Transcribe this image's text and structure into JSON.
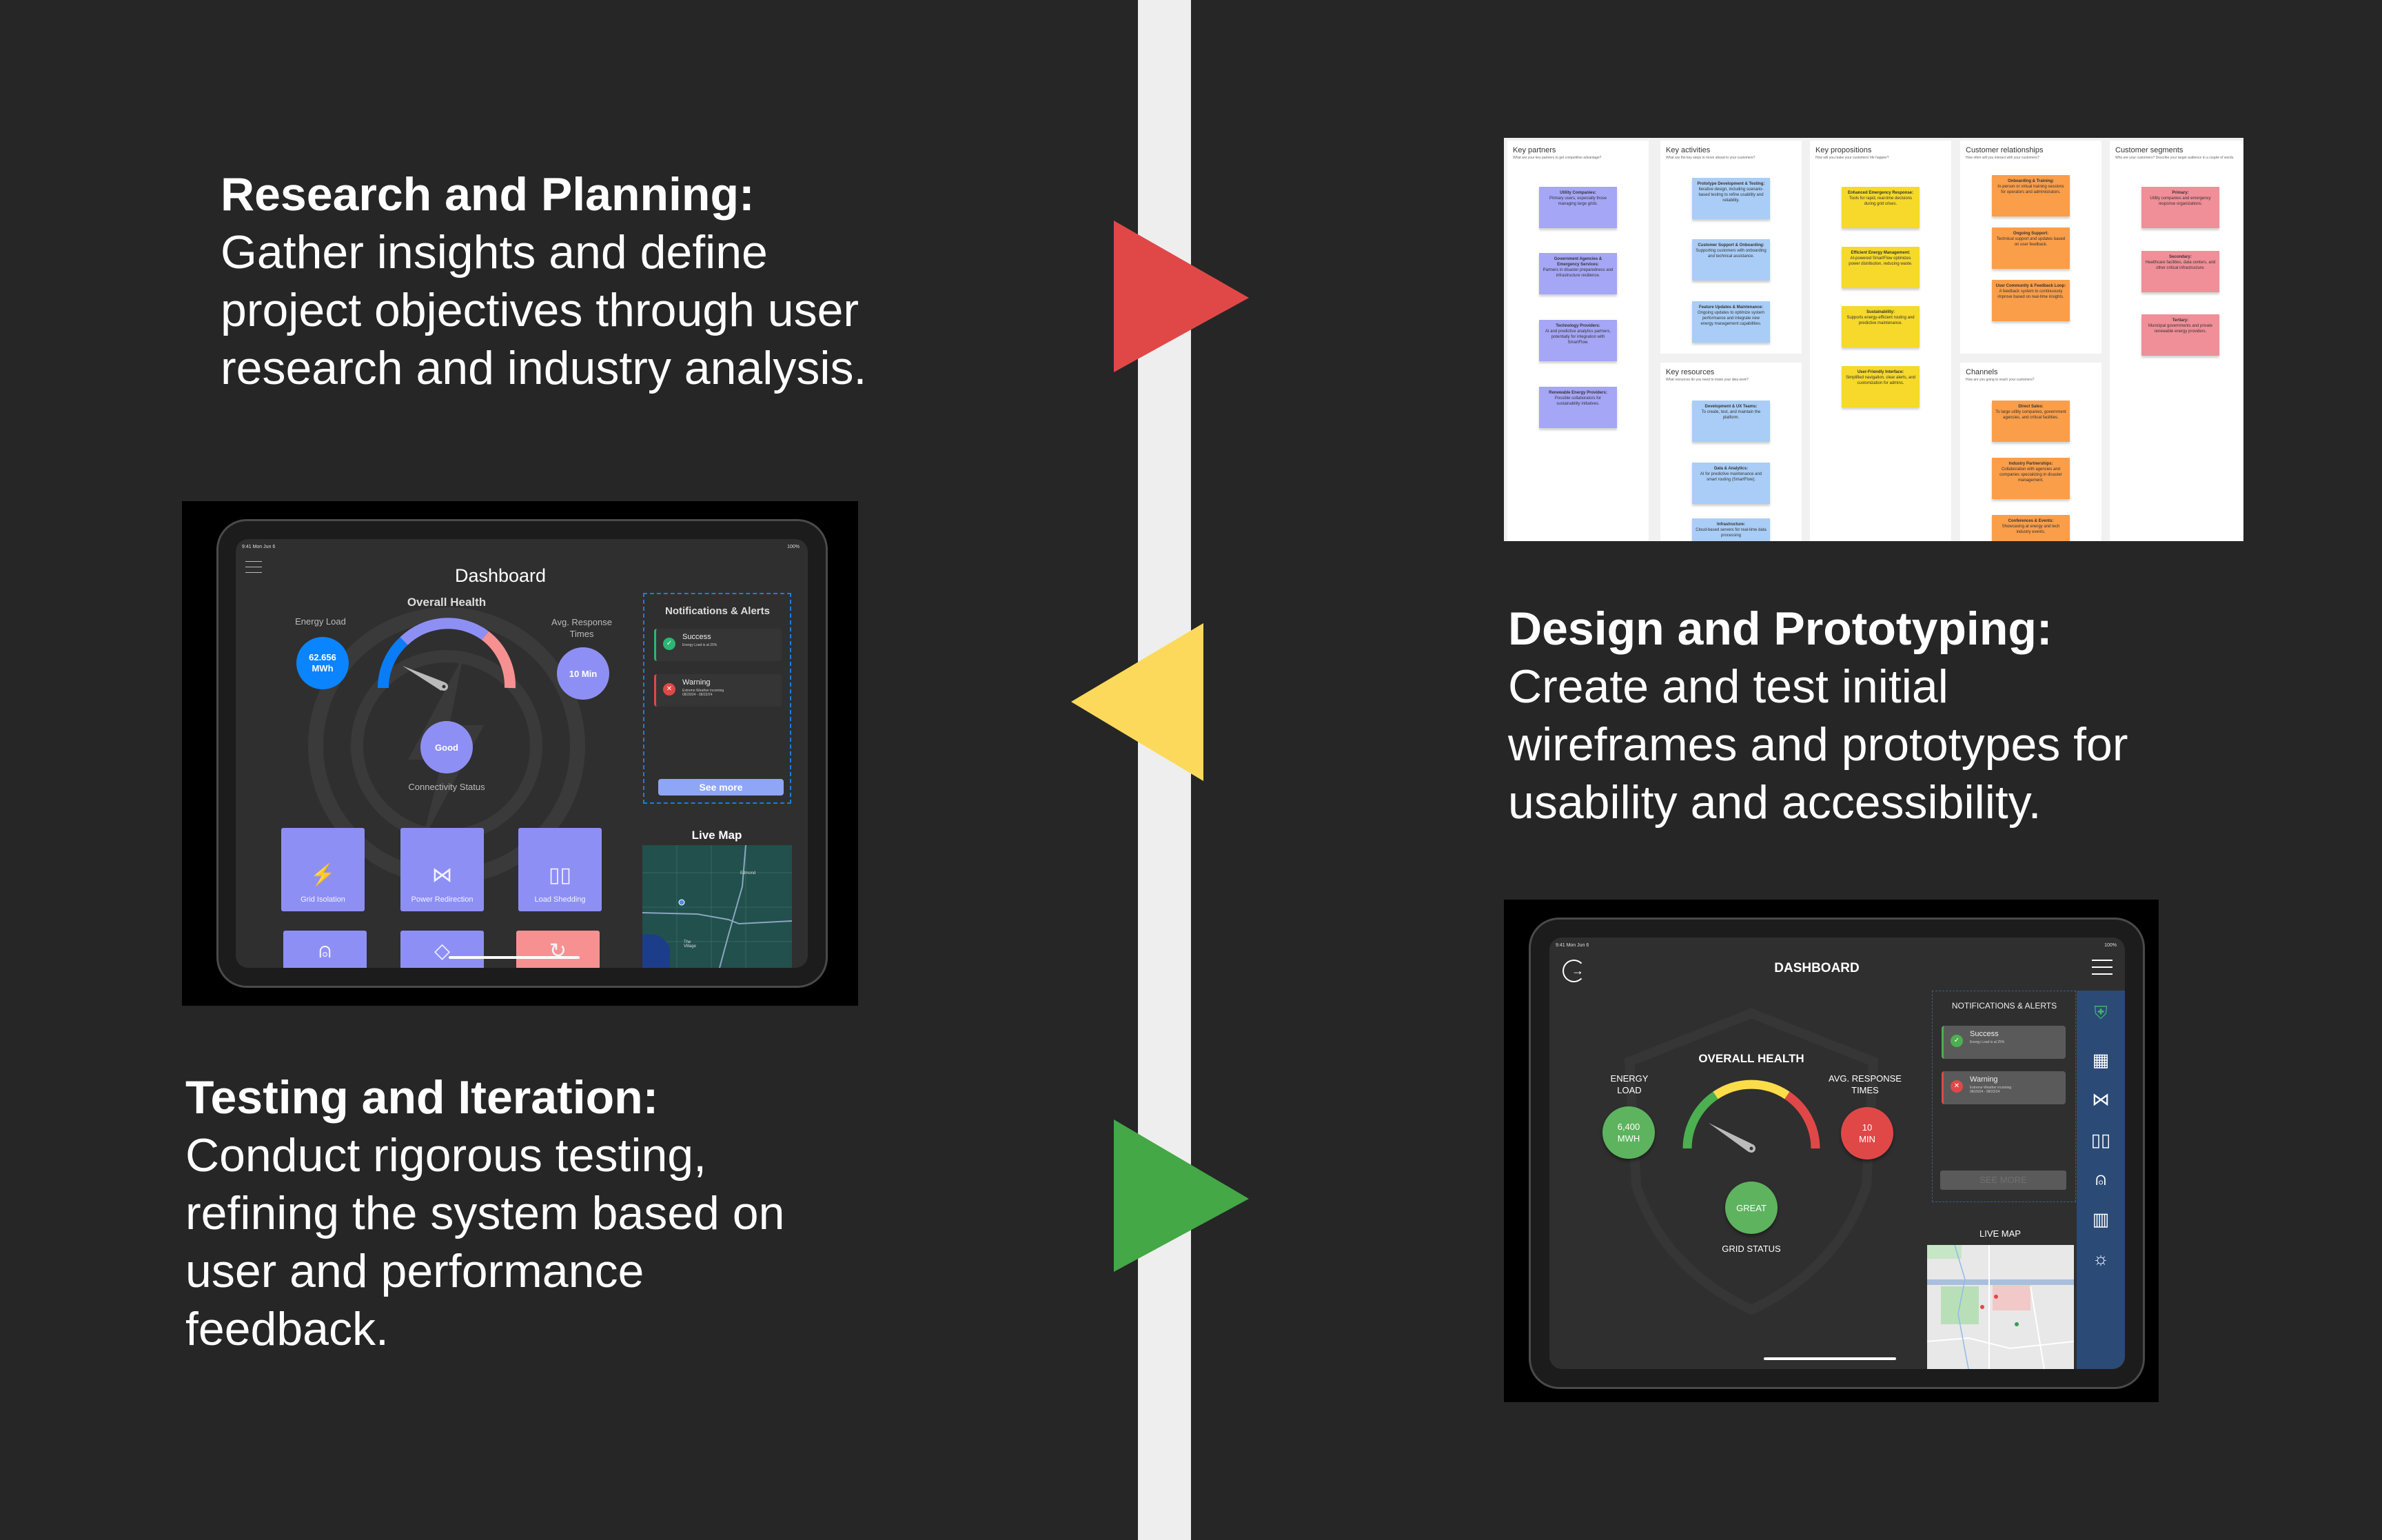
{
  "steps": [
    {
      "title": "Research and Planning:",
      "lines": [
        "Gather insights and define",
        "project objectives through user",
        "research and industry analysis."
      ]
    },
    {
      "title": "Design and Prototyping:",
      "lines": [
        "Create and test initial",
        "wireframes and prototypes for",
        "usability and accessibility."
      ]
    },
    {
      "title": "Testing and Iteration:",
      "lines": [
        "Conduct rigorous testing,",
        "refining the system based on",
        "user and performance",
        "feedback."
      ]
    }
  ],
  "colors": {
    "red_arrow": "#e04848",
    "yellow_arrow": "#fcd95a",
    "green_arrow": "#43a845",
    "strip": "#eeeeee",
    "background": "#262626"
  },
  "canvas": {
    "key_partners": {
      "title": "Key partners",
      "question": "What are your key partners to get competitive advantage?",
      "notes": [
        {
          "h": "Utility Companies:",
          "b": "Primary users, especially those managing large grids."
        },
        {
          "h": "Government Agencies & Emergency Services:",
          "b": "Partners in disaster preparedness and infrastructure resilience."
        },
        {
          "h": "Technology Providers:",
          "b": "AI and predictive analytics partners, potentially for integration with SmartFlow."
        },
        {
          "h": "Renewable Energy Providers:",
          "b": "Possible collaborators for sustainability initiatives."
        }
      ]
    },
    "key_activities": {
      "title": "Key activities",
      "question": "What are the key steps to move ahead to your customers?",
      "notes": [
        {
          "h": "Prototype Development & Testing:",
          "b": "Iterative design, including scenario-based testing to refine usability and reliability."
        },
        {
          "h": "Customer Support & Onboarding:",
          "b": "Supporting customers with onboarding and technical assistance."
        },
        {
          "h": "Feature Updates & Maintenance:",
          "b": "Ongoing updates to optimize system performance and integrate new energy management capabilities."
        }
      ]
    },
    "key_resources": {
      "title": "Key resources",
      "question": "What resources do you need to make your idea work?",
      "notes": [
        {
          "h": "Development & UX Teams:",
          "b": "To create, test, and maintain the platform."
        },
        {
          "h": "Data & Analytics:",
          "b": "AI for predictive maintenance and smart routing (SmartFlow)."
        },
        {
          "h": "Infrastructure:",
          "b": "Cloud-based servers for real-time data processing"
        }
      ]
    },
    "key_propositions": {
      "title": "Key propositions",
      "question": "How will you make your customers' life happier?",
      "notes": [
        {
          "h": "Enhanced Emergency Response:",
          "b": "Tools for rapid, real-time decisions during grid crises."
        },
        {
          "h": "Efficient Energy Management:",
          "b": "AI-powered SmartFlow optimizes power distribution, reducing waste."
        },
        {
          "h": "Sustainability:",
          "b": "Supports energy-efficient routing and predictive maintenance."
        },
        {
          "h": "User-Friendly Interface:",
          "b": "Simplified navigation, clear alerts, and customization for admins."
        }
      ]
    },
    "customer_relationships": {
      "title": "Customer relationships",
      "question": "How often will you interact with your customers?",
      "notes": [
        {
          "h": "Onboarding & Training:",
          "b": "In-person or virtual training sessions for operators and administrators."
        },
        {
          "h": "Ongoing Support:",
          "b": "Technical support and updates based on user feedback."
        },
        {
          "h": "User Community & Feedback Loop:",
          "b": "A feedback system to continuously improve based on real-time insights."
        }
      ]
    },
    "channels": {
      "title": "Channels",
      "question": "How are you going to reach your customers?",
      "notes": [
        {
          "h": "Direct Sales:",
          "b": "To large utility companies, government agencies, and critical facilities."
        },
        {
          "h": "Industry Partnerships:",
          "b": "Collaboration with agencies and companies specializing in disaster management."
        },
        {
          "h": "Conferences & Events:",
          "b": "Showcasing at energy and tech industry events."
        }
      ]
    },
    "customer_segments": {
      "title": "Customer segments",
      "question": "Who are your customers? Describe your target audience in a couple of words.",
      "notes": [
        {
          "h": "Primary:",
          "b": "Utility companies and emergency response organizations."
        },
        {
          "h": "Secondary:",
          "b": "Healthcare facilities, data centers, and other critical infrastructure."
        },
        {
          "h": "Tertiary:",
          "b": "Municipal governments and private renewable energy providers."
        }
      ]
    }
  },
  "wireframe": {
    "status_left": "9:41  Mon Jun 6",
    "status_right": "100%",
    "title": "Dashboard",
    "overall_health": "Overall Health",
    "energy_label": "Energy Load",
    "energy_value_1": "62.656",
    "energy_value_2": "MWh",
    "response_label_1": "Avg. Response",
    "response_label_2": "Times",
    "response_value": "10 Min",
    "connectivity_value": "Good",
    "connectivity_label": "Connectivity Status",
    "notifications_title": "Notifications & Alerts",
    "success_title": "Success",
    "success_sub": "Energy Load is at 25%",
    "warning_title": "Warning",
    "warning_sub_1": "Extreme Weather incoming",
    "warning_sub_2": "08/20/24 - 08/22/24",
    "see_more": "See more",
    "live_map": "Live Map",
    "map_city_1": "Edmond",
    "map_city_2": "The Village",
    "tiles": [
      "Grid Isolation",
      "Power Redirection",
      "Load Shedding"
    ],
    "colors": {
      "energy": "#0a84ff",
      "purple": "#8e8ff5",
      "pink": "#f79191"
    }
  },
  "prototype": {
    "status_left": "9:41  Mon Jun 6",
    "status_right": "100%",
    "title": "DASHBOARD",
    "overall_health": "OVERALL HEALTH",
    "energy_label_1": "ENERGY",
    "energy_label_2": "LOAD",
    "energy_value_1": "6,400",
    "energy_value_2": "MWH",
    "response_label_1": "AVG. RESPONSE",
    "response_label_2": "TIMES",
    "response_value_1": "10",
    "response_value_2": "MIN",
    "grid_value": "GREAT",
    "grid_label": "GRID STATUS",
    "notifications_title": "NOTIFICATIONS & ALERTS",
    "success_title": "Success",
    "success_sub": "Energy Load is at 25%",
    "warning_title": "Warning",
    "warning_sub_1": "Extreme Weather incoming",
    "warning_sub_2": "08/20/24 - 08/22/24",
    "see_more": "SEE MORE",
    "live_map": "LIVE MAP",
    "sidebar_icons": [
      "shield-logo-icon",
      "dashboard-grid-icon",
      "share-nodes-icon",
      "load-shedding-icon",
      "alarm-siren-icon",
      "transformer-icon",
      "brightness-icon"
    ],
    "colors": {
      "green": "#5eb35e",
      "red": "#e04848",
      "sidebar": "#2b4a76"
    }
  }
}
